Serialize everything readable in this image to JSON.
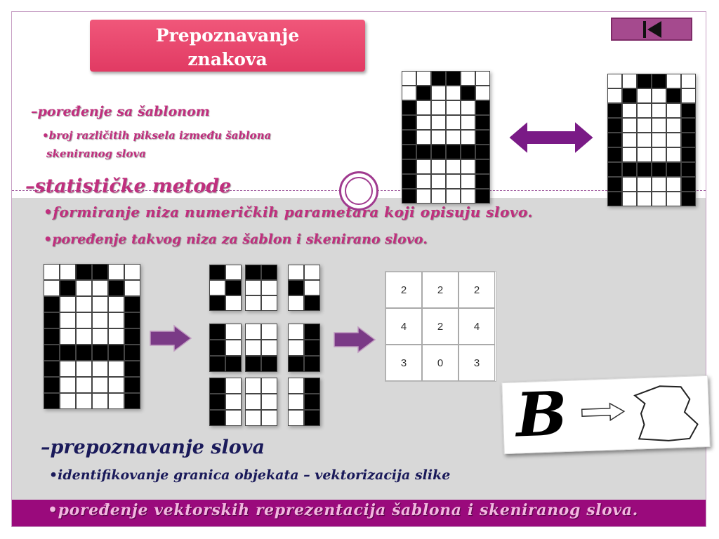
{
  "title": {
    "line1": "Prepoznavanje",
    "line2": "znakova"
  },
  "nav": {
    "back_icon": "skip-back-icon"
  },
  "sections": {
    "template": {
      "heading": "–poređenje sa šablonom",
      "bullet1": "•broj različitih piksela između šablona",
      "bullet1b": "skeniranog slova"
    },
    "statistical": {
      "heading": "–statističke metode",
      "bullet1": "•formiranje niza numeričkih parametara koji opisuju slovo.",
      "bullet2": "•poređenje takvog niza za šablon i skenirano slovo."
    },
    "recognition": {
      "heading": "–prepoznavanje slova",
      "bullet1": "•identifikovanje granica objekata – vektorizacija slike",
      "bullet2": "•poređenje vektorskih reprezentacija šablona i skeniranog slova."
    }
  },
  "count_table": [
    [
      "2",
      "2",
      "2"
    ],
    [
      "4",
      "2",
      "4"
    ],
    [
      "3",
      "0",
      "3"
    ]
  ],
  "b_letter": "B",
  "colors": {
    "accent": "#9a0a7c",
    "ribbon": "#e8456c",
    "grey": "#d8d8d8",
    "arrow": "#7a2a8a"
  }
}
